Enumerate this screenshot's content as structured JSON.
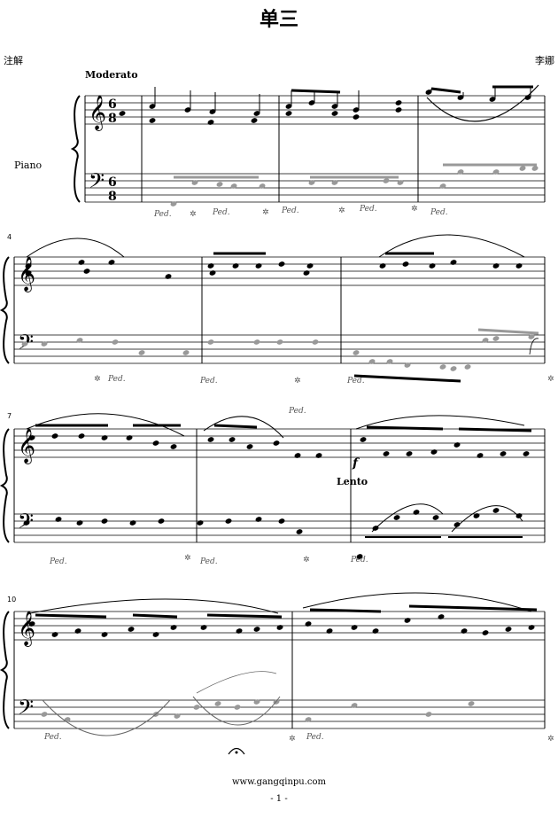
{
  "header": {
    "title": "单三",
    "annotator": "注解",
    "composer": "李娜"
  },
  "score": {
    "instrument": "Piano",
    "tempo_markings": [
      "Moderato",
      "Lento"
    ],
    "time_signature": "6/8",
    "dynamic": "f",
    "measure_numbers": [
      "4",
      "7",
      "10"
    ],
    "pedal_mark": "Ped.",
    "systems": 4
  },
  "footer": {
    "url": "www.gangqinpu.com",
    "page": "- 1 -"
  }
}
